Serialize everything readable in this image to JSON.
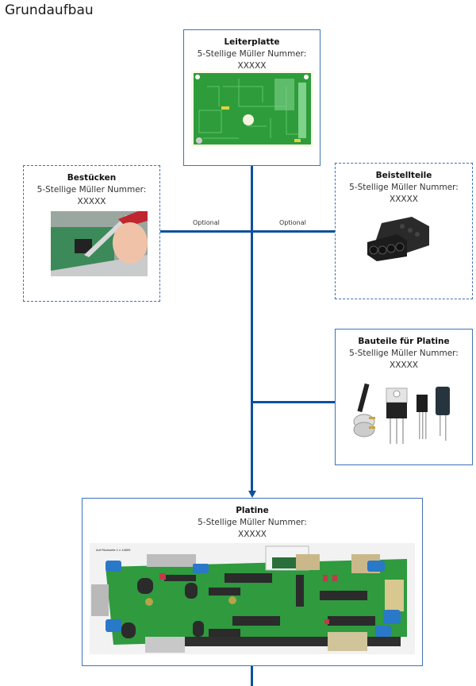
{
  "title": "Grundaufbau",
  "nodes": {
    "leiterplatte": {
      "name": "Leiterplatte",
      "subtitle": "5-Stellige Müller Nummer:",
      "number": "XXXXX",
      "image": "pcb-bare-icon"
    },
    "bestuecken": {
      "name": "Bestücken",
      "subtitle": "5-Stellige Müller Nummer:",
      "number": "XXXXX",
      "image": "tweezers-assembly-icon"
    },
    "beistellteile": {
      "name": "Beistellteile",
      "subtitle": "5-Stellige Müller Nummer:",
      "number": "XXXXX",
      "image": "connector-housing-icon"
    },
    "bauteile": {
      "name": "Bauteile für Platine",
      "subtitle": "5-Stellige Müller Nummer:",
      "number": "XXXXX",
      "image": "components-icon"
    },
    "platine": {
      "name": "Platine",
      "subtitle": "5-Stellige Müller Nummer:",
      "number": "XXXXX",
      "image": "pcb-assembled-icon"
    }
  },
  "edges": {
    "left_label": "Optional",
    "right_label": "Optional"
  },
  "colors": {
    "line": "#0e4fa0",
    "border": "#3f73b5",
    "pcb_green": "#2e9e3a"
  }
}
